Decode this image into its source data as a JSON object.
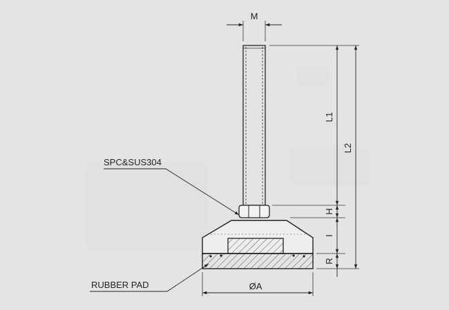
{
  "diagram": {
    "dimensions": {
      "thread_diameter": "M",
      "thread_length": "L1",
      "overall_length": "L2",
      "nut_height": "H",
      "base_height": "I",
      "pad_thickness": "R",
      "base_diameter": "ØA"
    },
    "callouts": {
      "material": "SPC&SUS304",
      "pad": "RUBBER PAD"
    }
  }
}
